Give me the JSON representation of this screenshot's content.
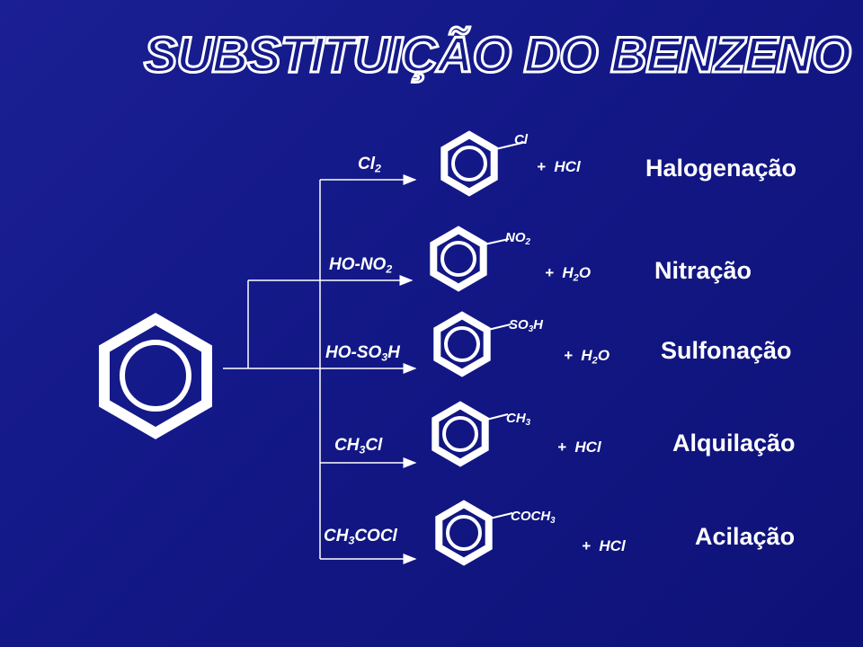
{
  "title": "SUBSTITUIÇÃO DO BENZENO",
  "reactions": [
    {
      "reagent": "Cl",
      "reagent_sub": "2",
      "reagent_tail": "",
      "group": "Cl",
      "group_sub": "",
      "group_tail": "",
      "plus": "+",
      "byproduct": "HCl",
      "byproduct_sub": "",
      "byproduct_tail": "",
      "name": "Halogenação"
    },
    {
      "reagent": "HO-NO",
      "reagent_sub": "2",
      "reagent_tail": "",
      "group": "NO",
      "group_sub": "2",
      "group_tail": "",
      "plus": "+",
      "byproduct": "H",
      "byproduct_sub": "2",
      "byproduct_tail": "O",
      "name": "Nitração"
    },
    {
      "reagent": "HO-SO",
      "reagent_sub": "3",
      "reagent_tail": "H",
      "group": "SO",
      "group_sub": "3",
      "group_tail": "H",
      "plus": "+",
      "byproduct": "H",
      "byproduct_sub": "2",
      "byproduct_tail": "O",
      "name": "Sulfonação"
    },
    {
      "reagent": "CH",
      "reagent_sub": "3",
      "reagent_tail": "Cl",
      "group": "CH",
      "group_sub": "3",
      "group_tail": "",
      "plus": "+",
      "byproduct": "HCl",
      "byproduct_sub": "",
      "byproduct_tail": "",
      "name": "Alquilação"
    },
    {
      "reagent": "CH",
      "reagent_sub": "3",
      "reagent_tail": "COCl",
      "group": "COCH",
      "group_sub": "3",
      "group_tail": "",
      "plus": "+",
      "byproduct": "HCl",
      "byproduct_sub": "",
      "byproduct_tail": "",
      "name": "Acilação"
    }
  ],
  "colors": {
    "background": "#141a8a",
    "foreground": "#ffffff"
  }
}
